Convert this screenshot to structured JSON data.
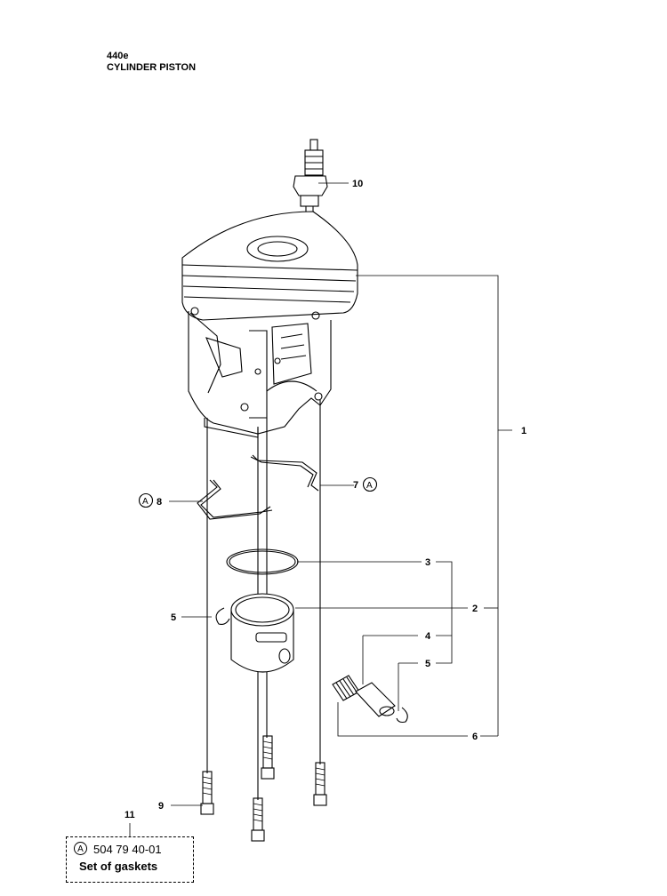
{
  "header": {
    "model": "440e",
    "title": "CYLINDER PISTON"
  },
  "callouts": {
    "c1": "1",
    "c2": "2",
    "c3": "3",
    "c4": "4",
    "c5a": "5",
    "c5b": "5",
    "c6": "6",
    "c7": "7",
    "c8": "8",
    "c9": "9",
    "c10": "10",
    "c11": "11",
    "a_symbol": "A"
  },
  "kit": {
    "symbol": "A",
    "part_number": "504 79 40-01",
    "name": "Set of gaskets"
  }
}
